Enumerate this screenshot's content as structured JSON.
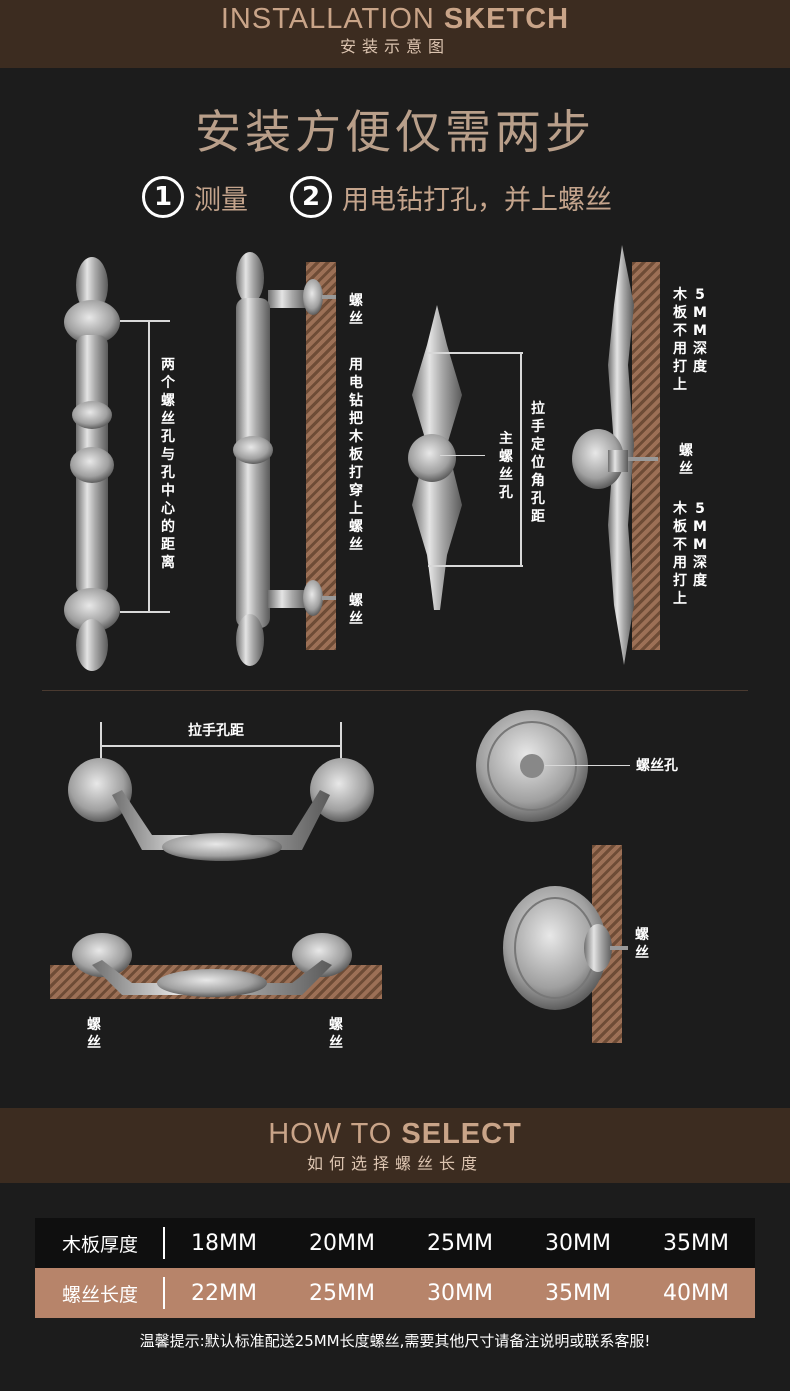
{
  "header": {
    "title_light": "INSTALLATION",
    "title_bold": "SKETCH",
    "subtitle": "安装示意图"
  },
  "headline": "安装方便仅需两步",
  "steps": [
    {
      "num": "1",
      "text": "测量"
    },
    {
      "num": "2",
      "text": "用电钻打孔，并上螺丝"
    }
  ],
  "labels": {
    "distance": "两个螺丝孔与孔中心的距离",
    "screw": "螺丝",
    "drill": "用电钻把木板打穿上螺丝",
    "main_hole": "主螺丝孔",
    "locating": "拉手定位角孔距",
    "no_drill": "木板不用打上5MM深度",
    "pull_distance": "拉手孔距",
    "screw_hole": "螺丝孔"
  },
  "select": {
    "title_light": "HOW TO",
    "title_bold": "SELECT",
    "subtitle": "如何选择螺丝长度"
  },
  "table": {
    "row1": {
      "head": "木板厚度",
      "cells": [
        "18MM",
        "20MM",
        "25MM",
        "30MM",
        "35MM"
      ]
    },
    "row2": {
      "head": "螺丝长度",
      "cells": [
        "22MM",
        "25MM",
        "30MM",
        "35MM",
        "40MM"
      ]
    }
  },
  "tip": "温馨提示:默认标准配送25MM长度螺丝,需要其他尺寸请备注说明或联系客服!",
  "colors": {
    "band": "#3c2c20",
    "accent": "#b7846a",
    "background": "#1c1c1c",
    "headline": "#b99f8a"
  }
}
